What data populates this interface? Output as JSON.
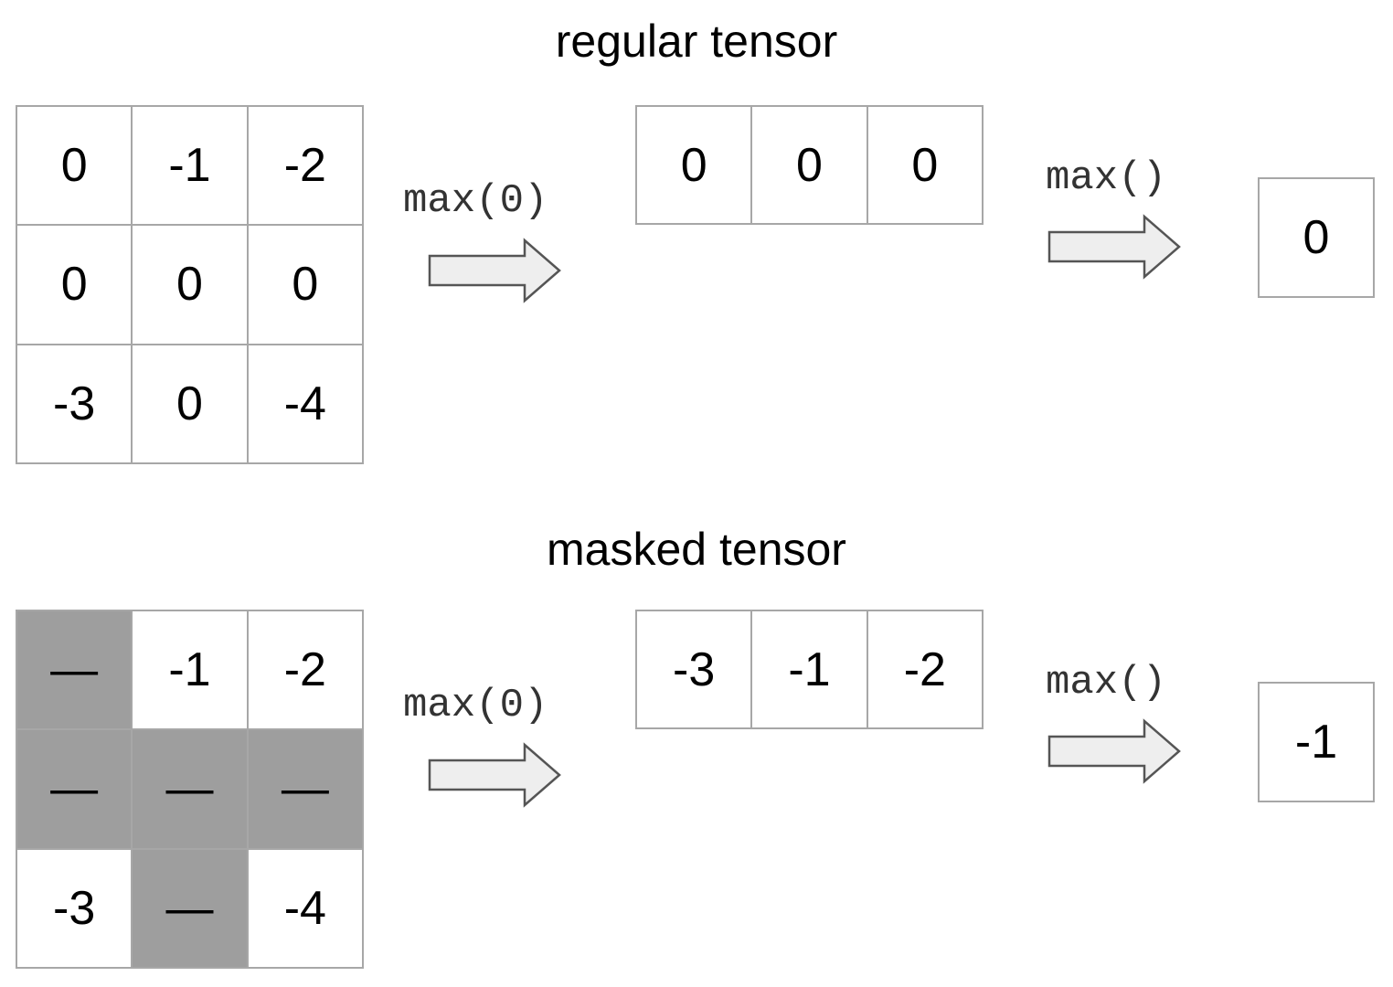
{
  "regular": {
    "title": "regular tensor",
    "input": [
      [
        "0",
        "-1",
        "-2"
      ],
      [
        "0",
        "0",
        "0"
      ],
      [
        "-3",
        "0",
        "-4"
      ]
    ],
    "op1": "max(0)",
    "reduced": [
      "0",
      "0",
      "0"
    ],
    "op2": "max()",
    "result": "0"
  },
  "masked": {
    "title": "masked tensor",
    "input": [
      [
        "—",
        "-1",
        "-2"
      ],
      [
        "—",
        "—",
        "—"
      ],
      [
        "-3",
        "—",
        "-4"
      ]
    ],
    "mask": [
      [
        true,
        false,
        false
      ],
      [
        true,
        true,
        true
      ],
      [
        false,
        true,
        false
      ]
    ],
    "op1": "max(0)",
    "reduced": [
      "-3",
      "-1",
      "-2"
    ],
    "op2": "max()",
    "result": "-1"
  },
  "colors": {
    "masked_cell": "#9e9e9e",
    "border": "#a7a7a7",
    "arrow_fill": "#eeeeee",
    "arrow_stroke": "#555555"
  }
}
